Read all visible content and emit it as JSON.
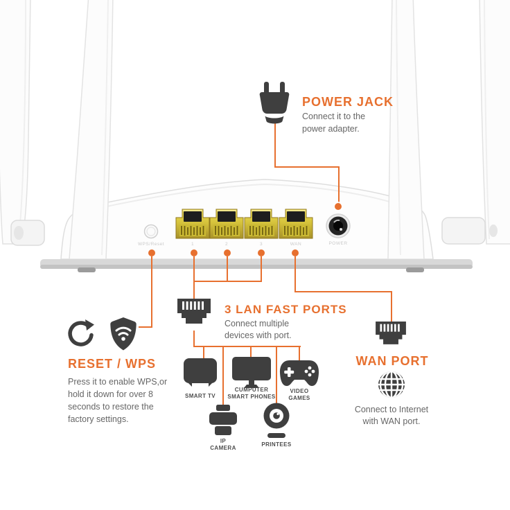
{
  "palette": {
    "accent": "#E7702F",
    "icon_gray": "#454545",
    "body_text": "#666666",
    "port_gold": "#D6C33C"
  },
  "power_jack": {
    "title": "POWER JACK",
    "description": "Connect it to the\npower adapter."
  },
  "reset_wps": {
    "title": "RESET / WPS",
    "description": "Press it to enable WPS,or\nhold it down for over 8\nseconds to restore the\nfactory settings."
  },
  "lan_ports": {
    "title": "3 LAN FAST PORTS",
    "description": "Connect multiple\ndevices with port."
  },
  "wan_port": {
    "title": "WAN PORT",
    "description": "Connect to Internet\nwith WAN port."
  },
  "devices": {
    "smart_tv": "SMART TV",
    "computer": "CUMPUTER\nSMART PHONES",
    "video_games": "VIDEO\nGAMES",
    "ip_camera": "IP\nCAMERA",
    "printer": "PRINTEES"
  },
  "router": {
    "port_labels": [
      "WPS/Reset",
      "1",
      "2",
      "3",
      "WAN",
      "POWER"
    ]
  }
}
